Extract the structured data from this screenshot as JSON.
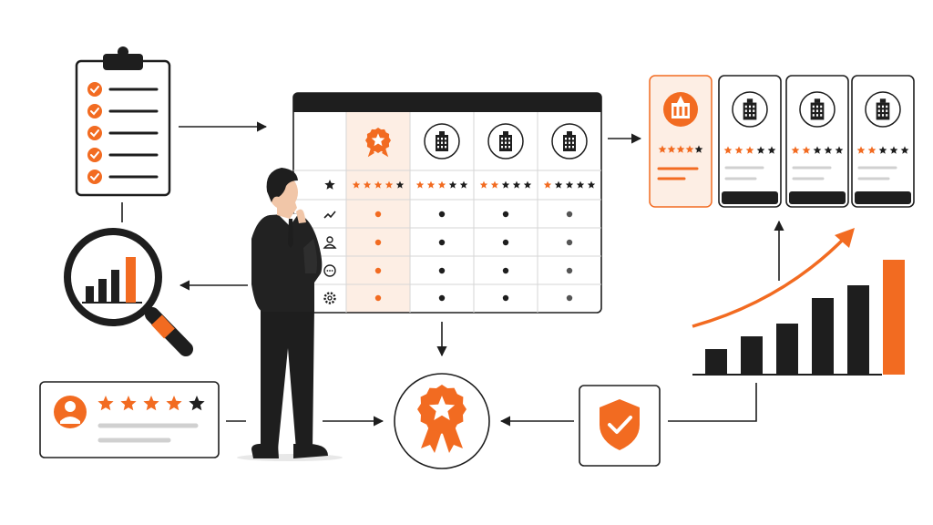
{
  "colors": {
    "accent": "#f26b21",
    "accent_light": "#fdeee4",
    "dark": "#1e1e1e",
    "line": "#2b2b2b",
    "muted": "#d0d0d0",
    "gray": "#555555"
  },
  "comparison_table": {
    "row_icons": [
      "star-icon",
      "trend-up-icon",
      "user-icon",
      "chat-icon",
      "gear-icon"
    ],
    "columns": [
      {
        "icon": "award-badge-icon",
        "rating": 4,
        "highlight": true
      },
      {
        "icon": "building-icon",
        "rating": 3,
        "highlight": false
      },
      {
        "icon": "building-icon",
        "rating": 2,
        "highlight": false
      },
      {
        "icon": "building-icon",
        "rating": 1,
        "highlight": false
      }
    ]
  },
  "ranked_cards": [
    {
      "icon": "landmark-icon",
      "rating": 4,
      "highlight": true
    },
    {
      "icon": "building-icon",
      "rating": 3,
      "highlight": false
    },
    {
      "icon": "building-icon",
      "rating": 2,
      "highlight": false
    },
    {
      "icon": "building-icon",
      "rating": 2,
      "highlight": false
    }
  ],
  "review_card": {
    "rating": 4,
    "max": 5
  },
  "growth_chart": {
    "bars": [
      2,
      3,
      4,
      6,
      7,
      9
    ],
    "highlight_last": true
  },
  "checklist": {
    "items": 5
  }
}
